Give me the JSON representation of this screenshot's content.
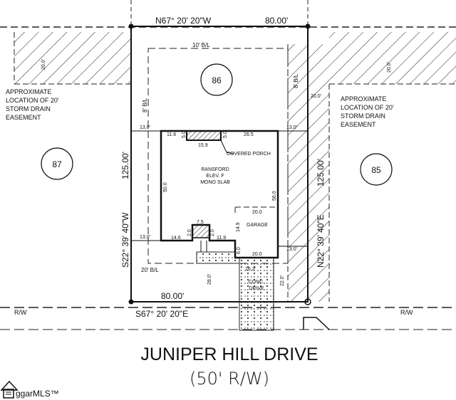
{
  "plan": {
    "lot_number": "86",
    "left_lot": "87",
    "right_lot": "85",
    "top_bearing": "N67° 20' 20\"W",
    "top_distance": "80.00'",
    "bottom_bearing": "S67° 20' 20\"E",
    "bottom_distance": "80.00'",
    "left_bearing": "S22° 39' 40\"W",
    "left_distance": "125.00'",
    "right_bearing": "N22° 39' 40\"E",
    "right_distance": "125.00'",
    "rear_setback": "10' B/L",
    "side_setback_left": "8' B/L",
    "side_setback_right": "8' B/L",
    "front_setback": "20' B/L",
    "easement_width_left": "20.0'",
    "easement_width_right": "20.0'",
    "easement_right_offset": "20.0'",
    "easement_note_left": [
      "APPROXIMATE",
      "LOCATION OF 20'",
      "STORM DRAIN",
      "EASEMENT"
    ],
    "easement_note_right": [
      "APPROXIMATE",
      "LOCATION OF 20'",
      "STORM DRAIN",
      "EASEMENT"
    ],
    "house_name": [
      "RANSFORD",
      "ELEV. F",
      "MONO SLAB"
    ],
    "dims": {
      "side_top_left": "13.0'",
      "side_top_right": "13.0'",
      "side_bottom_left": "13.0'",
      "side_bottom_right": "13.0'",
      "porch_left": "11.6",
      "porch_depth_left": "5.0",
      "porch_depth_right": "5.0",
      "porch_right": "26.5",
      "porch_width": "15.9",
      "house_left_depth": "50.0",
      "house_right_depth": "56.0",
      "garage_width_top": "20.0",
      "garage_depth": "14.9",
      "garage_width_bottom": "20.0",
      "garage_offset": "6.0",
      "stoop_width": "7.5",
      "stoop_depth_left": "2.0",
      "stoop_depth_right": "2.0",
      "front_left": "14.6",
      "front_mid": "11.9",
      "front_yard_depth": "28.0'",
      "drive_width": "16.3'",
      "drive_depth": "22.0'"
    },
    "porch_label": "COVERED PORCH",
    "garage_label": "GARAGE",
    "drive_label": [
      "CONC.",
      "DRIVE"
    ],
    "rw_left": "R/W",
    "rw_right": "R/W",
    "street_name": "JUNIPER HILL DRIVE",
    "street_rw": "(50' R/W)"
  },
  "watermark": {
    "text": "ggarMLS™"
  }
}
